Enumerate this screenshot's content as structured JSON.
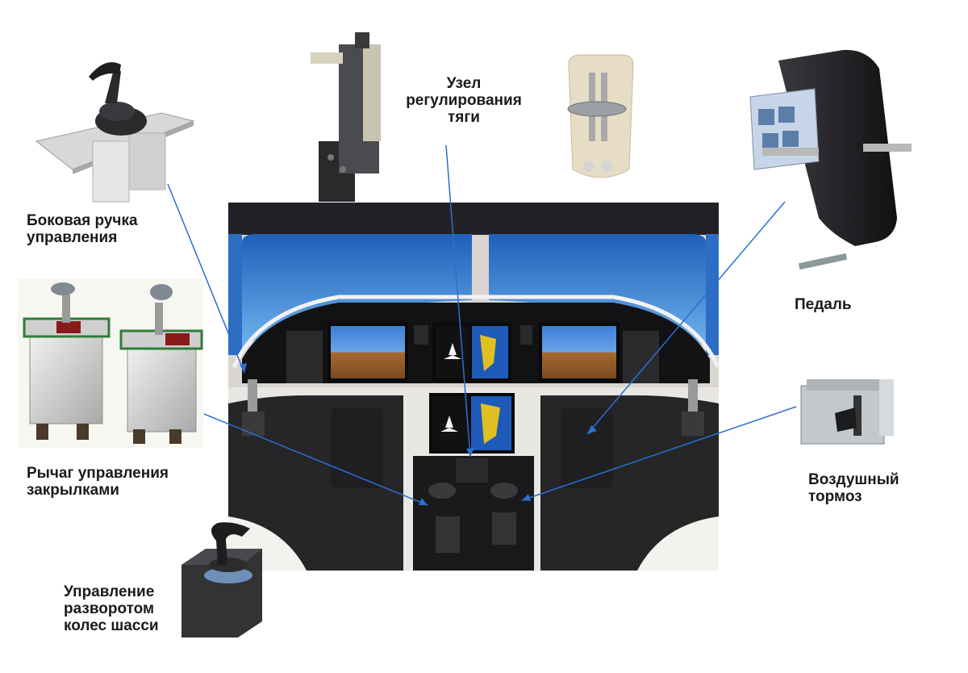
{
  "labels": {
    "side_stick": {
      "line1": "Боковая ручка",
      "line2": "управления"
    },
    "throttle": {
      "line1": "Узел",
      "line2": "регулирования",
      "line3": "тяги"
    },
    "pedal": {
      "line1": "Педаль"
    },
    "flaps_lever": {
      "line1": "Рычаг управления",
      "line2": "закрылками"
    },
    "airbrake": {
      "line1": "Воздушный",
      "line2": "тормоз"
    },
    "steering": {
      "line1": "Управление",
      "line2": "разворотом",
      "line3": "колес шасси"
    }
  },
  "colors": {
    "leader_line": "#2a6fd1",
    "sky": "#2f7fd8",
    "cockpit_dark": "#1c1c1e",
    "panel_light": "#e8e6e2"
  }
}
